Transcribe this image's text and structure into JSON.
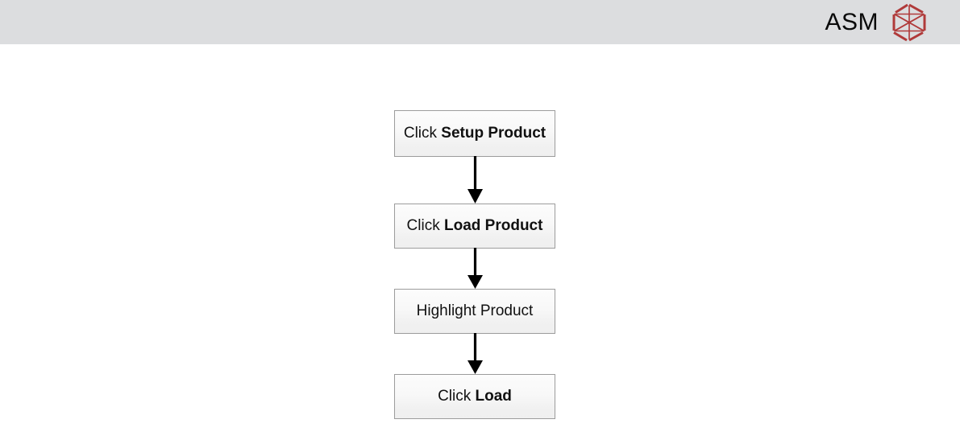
{
  "header": {
    "brand_name": "ASM",
    "logo_icon": "asm-hexagon-logo-icon",
    "background_color": "#dcdddf",
    "logo_color": "#b03a3a",
    "text_color": "#0a0a0a"
  },
  "diagram": {
    "type": "flowchart",
    "orientation": "vertical",
    "node_fill_top": "#fcfcfc",
    "node_fill_bottom": "#efefef",
    "node_border_color": "#9c9c9c",
    "connector_color": "#000000",
    "nodes": [
      {
        "id": "node-click-setup-product",
        "text": "Click Setup Product",
        "prefix": "Click ",
        "emphasis": "Setup Product",
        "lines": 2
      },
      {
        "id": "node-click-load-product",
        "text": "Click Load Product",
        "prefix": "Click ",
        "emphasis": "Load Product",
        "lines": 1
      },
      {
        "id": "node-highlight-product",
        "text": "Highlight Product",
        "prefix": "Highlight Product",
        "emphasis": "",
        "lines": 1
      },
      {
        "id": "node-click-load",
        "text": "Click Load",
        "prefix": "Click ",
        "emphasis": "Load",
        "lines": 1
      }
    ],
    "connectors": [
      {
        "id": "connector-1",
        "from": "node-click-setup-product",
        "to": "node-click-load-product",
        "style": "arrow-down"
      },
      {
        "id": "connector-2",
        "from": "node-click-load-product",
        "to": "node-highlight-product",
        "style": "arrow-down"
      },
      {
        "id": "connector-3",
        "from": "node-highlight-product",
        "to": "node-click-load",
        "style": "arrow-down"
      }
    ]
  }
}
